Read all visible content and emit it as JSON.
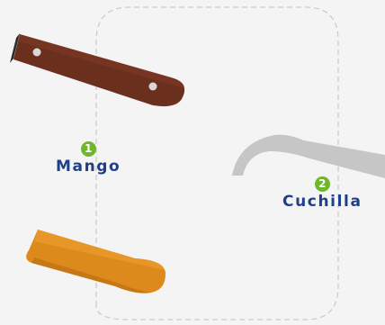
{
  "parts": [
    {
      "number": "1",
      "label": "Mango"
    },
    {
      "number": "2",
      "label": "Cuchilla"
    }
  ],
  "colors": {
    "background": "#f4f4f4",
    "dashed_outline": "#c9c9c9",
    "wooden_handle": "#6b2f1e",
    "rivets": "#d8d8d8",
    "blade": "#c6c6c6",
    "plastic_handle": "#dd8a1d",
    "badge": "#6fb62a",
    "label_text": "#1f3f88"
  }
}
